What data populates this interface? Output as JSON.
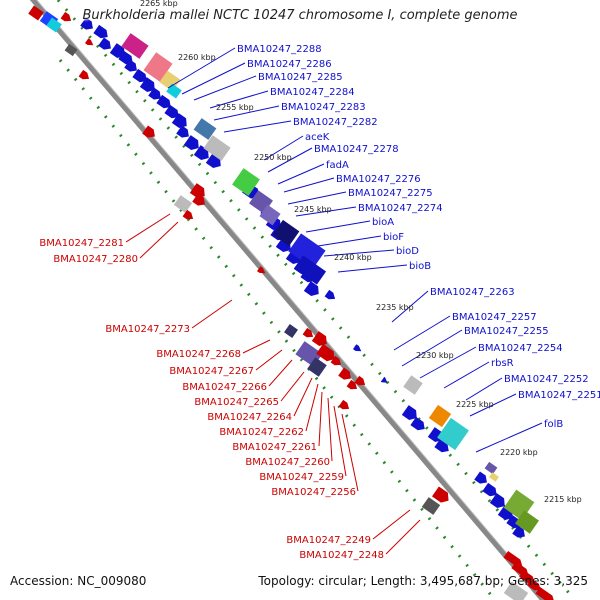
{
  "title": "Burkholderia mallei NCTC 10247 chromosome I, complete genome",
  "accession_text": "Accession: NC_009080",
  "topology_text": "Topology: circular; Length: 3,495,687 bp; Genes: 3,325",
  "colors": {
    "forward": "#1010cc",
    "reverse": "#cc0000",
    "backbone": "#888888",
    "dotted": "#2a8a2a"
  },
  "kbp_markers": [
    "2265 kbp",
    "2260 kbp",
    "2255 kbp",
    "2250 kbp",
    "2245 kbp",
    "2240 kbp",
    "2235 kbp",
    "2230 kbp",
    "2225 kbp",
    "2220 kbp",
    "2215 kbp"
  ],
  "blue_labels": [
    "BMA10247_2288",
    "BMA10247_2286",
    "BMA10247_2285",
    "BMA10247_2284",
    "BMA10247_2283",
    "BMA10247_2282",
    "aceK",
    "BMA10247_2278",
    "fadA",
    "BMA10247_2276",
    "BMA10247_2275",
    "BMA10247_2274",
    "bioA",
    "bioF",
    "bioD",
    "bioB",
    "BMA10247_2263",
    "BMA10247_2257",
    "BMA10247_2255",
    "BMA10247_2254",
    "rbsR",
    "BMA10247_2252",
    "BMA10247_2251",
    "folB"
  ],
  "red_labels": [
    "BMA10247_2281",
    "BMA10247_2280",
    "BMA10247_2273",
    "BMA10247_2268",
    "BMA10247_2267",
    "BMA10247_2266",
    "BMA10247_2265",
    "BMA10247_2264",
    "BMA10247_2262",
    "BMA10247_2261",
    "BMA10247_2260",
    "BMA10247_2259",
    "BMA10247_2256",
    "BMA10247_2249",
    "BMA10247_2248"
  ]
}
